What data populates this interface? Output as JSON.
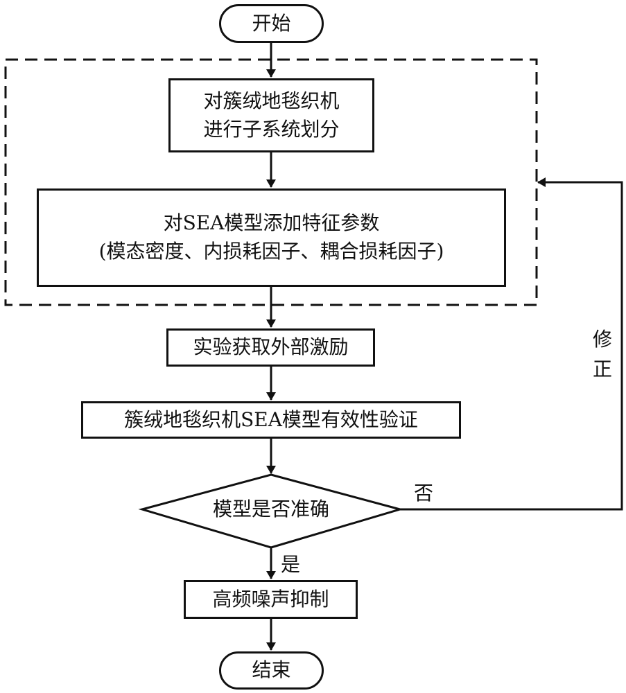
{
  "flowchart": {
    "start": "开始",
    "step1": [
      "对簇绒地毯织机",
      "进行子系统划分"
    ],
    "step2": [
      "对SEA模型添加特征参数",
      "(模态密度、内损耗因子、耦合损耗因子)"
    ],
    "step3": "实验获取外部激励",
    "step4": "簇绒地毯织机SEA模型有效性验证",
    "decision": "模型是否准确",
    "yes_label": "是",
    "no_label": "否",
    "feedback_label": [
      "修",
      "正"
    ],
    "step5": "高频噪声抑制",
    "end": "结束"
  }
}
